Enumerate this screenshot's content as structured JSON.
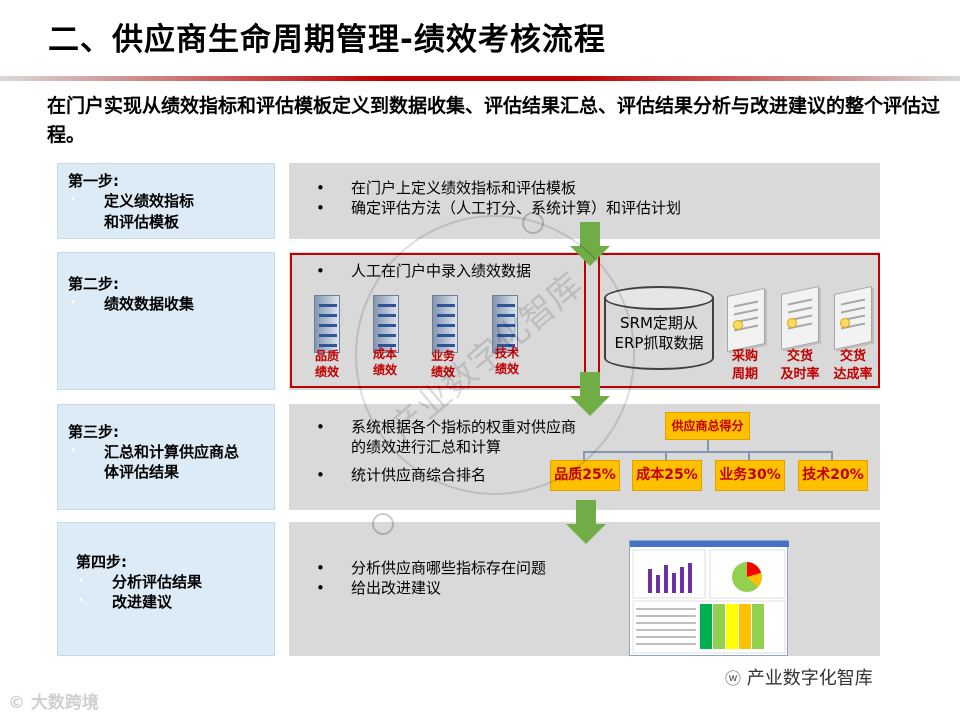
{
  "title": "二、供应商生命周期管理-绩效考核流程",
  "intro": "在门户实现从绩效指标和评估模板定义到数据收集、评估结果汇总、评估结果分析与改进建议的整个评估过程。",
  "steps": [
    {
      "title": "第一步:",
      "lines": [
        "定义绩效指标",
        "和评估模板"
      ]
    },
    {
      "title": "第二步:",
      "lines": [
        "绩效数据收集"
      ]
    },
    {
      "title": "第三步:",
      "lines": [
        "汇总和计算供应商总",
        "体评估结果"
      ]
    },
    {
      "title": "第四步:",
      "lines": [
        "分析评估结果",
        "改进建议"
      ]
    }
  ],
  "panels": {
    "step1_bullets": [
      "在门户上定义绩效指标和评估模板",
      "确定评估方法（人工打分、系统计算）和评估计划"
    ],
    "step2_bullet": "人工在门户中录入绩效数据",
    "step2_docs": [
      {
        "line1": "品质",
        "line2": "绩效"
      },
      {
        "line1": "成本",
        "line2": "绩效"
      },
      {
        "line1": "业务",
        "line2": "绩效"
      },
      {
        "line1": "技术",
        "line2": "绩效"
      }
    ],
    "srm_text": [
      "SRM定期从",
      "ERP抓取数据"
    ],
    "step2_papers": [
      {
        "line1": "采购",
        "line2": "周期"
      },
      {
        "line1": "交货",
        "line2": "及时率"
      },
      {
        "line1": "交货",
        "line2": "达成率"
      }
    ],
    "step3_bullets": [
      "系统根据各个指标的权重对供应商的绩效进行汇总和计算",
      "统计供应商综合排名"
    ],
    "score_tree": {
      "root": "供应商总得分",
      "children": [
        "品质25%",
        "成本25%",
        "业务30%",
        "技术20%"
      ]
    },
    "step4_bullets": [
      "分析供应商哪些指标存在问题",
      "给出改进建议"
    ]
  },
  "watermarks": {
    "stamp": "产业数字化智库",
    "right": "产业数字化智库",
    "left": "大数跨境"
  },
  "colors": {
    "accent_red": "#c00000",
    "arrow_green": "#70ad47",
    "step_bg": "#ddebf7",
    "panel_bg": "#d9d9d9",
    "score_box": "#ffc000"
  }
}
